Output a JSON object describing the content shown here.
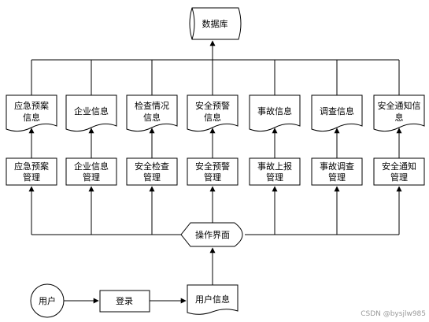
{
  "database": "数据库",
  "documents": [
    [
      "应急预案",
      "信息"
    ],
    [
      "企业信息"
    ],
    [
      "检查情况",
      "信息"
    ],
    [
      "安全预警",
      "信息"
    ],
    [
      "事故信息"
    ],
    [
      "调查信息"
    ],
    [
      "安全通知信",
      "息"
    ]
  ],
  "modules": [
    [
      "应急预案",
      "管理"
    ],
    [
      "企业信息",
      "管理"
    ],
    [
      "安全检查",
      "管理"
    ],
    [
      "安全预警",
      "管理"
    ],
    [
      "事故上报",
      "管理"
    ],
    [
      "事故调查",
      "管理"
    ],
    [
      "安全通知",
      "管理"
    ]
  ],
  "interface": "操作界面",
  "user": "用户",
  "login": "登录",
  "user_info": "用户信息",
  "watermark": "CSDN @bysjlw985"
}
